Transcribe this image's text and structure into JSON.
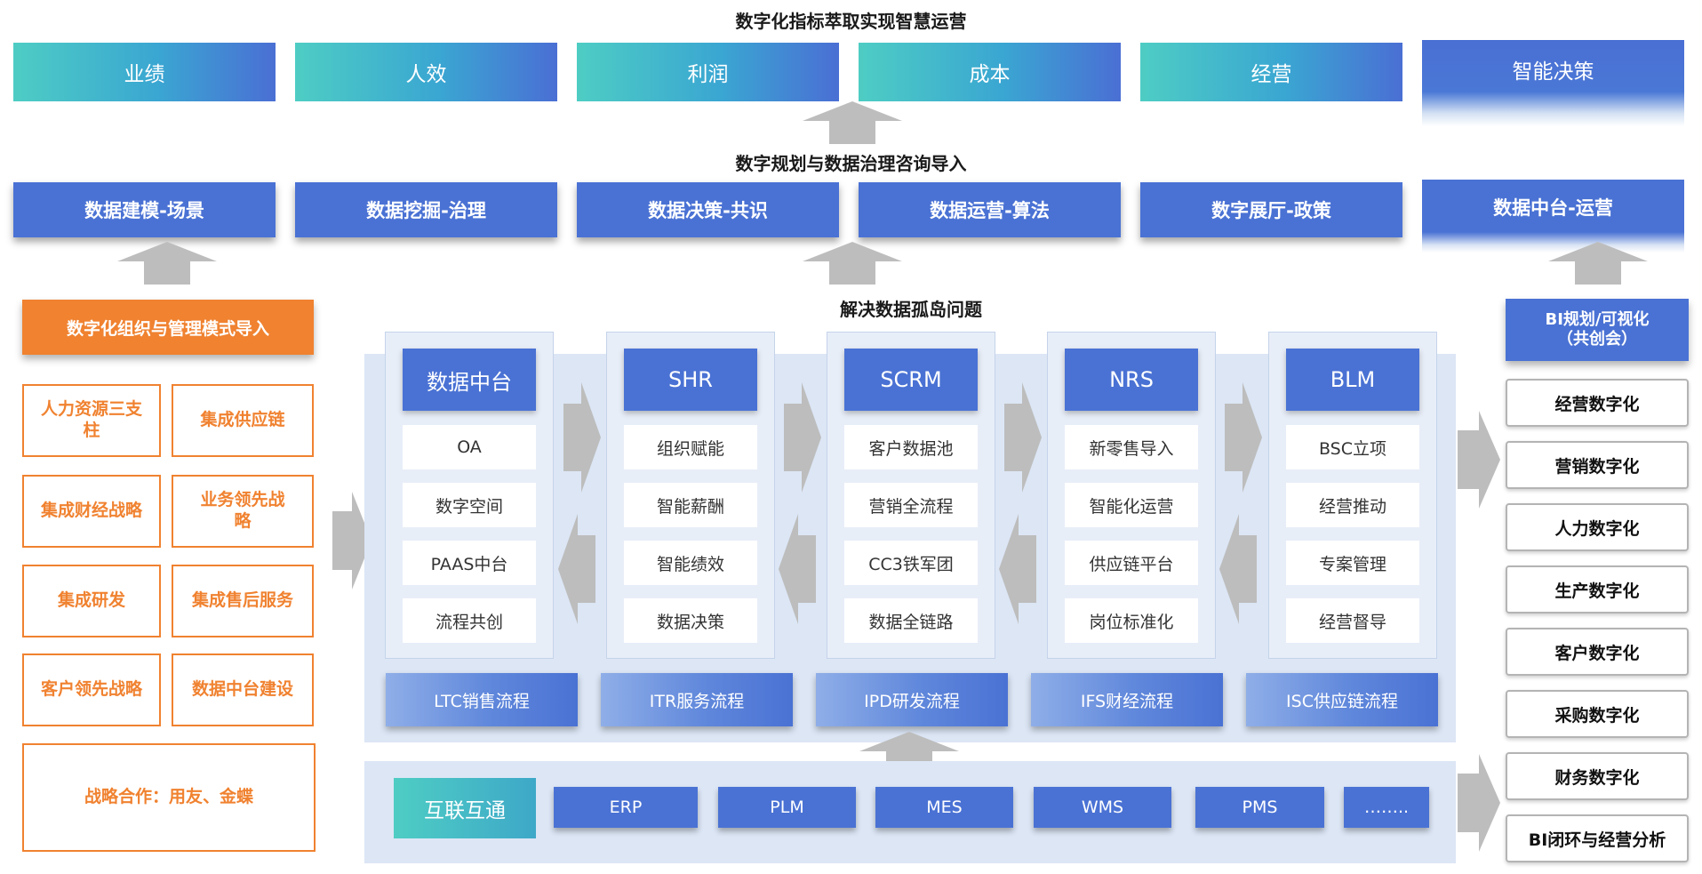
{
  "top": {
    "title": "数字化指标萃取实现智慧运营",
    "metrics": [
      "业绩",
      "人效",
      "利润",
      "成本",
      "经营"
    ],
    "ai_decision": "智能决策"
  },
  "planning": {
    "title": "数字规划与数据治理咨询导入",
    "items": [
      "数据建模-场景",
      "数据挖掘-治理",
      "数据决策-共识",
      "数据运营-算法",
      "数字展厅-政策"
    ],
    "data_center": "数据中台-运营"
  },
  "islands": {
    "title": "解决数据孤岛问题"
  },
  "org": {
    "header": "数字化组织与管理模式导入",
    "items": [
      "人力资源三支柱",
      "集成供应链",
      "集成财经战略",
      "业务领先战略",
      "集成研发",
      "集成售后服务",
      "客户领先战略",
      "数据中台建设"
    ],
    "partnership": "战略合作：用友、金蝶"
  },
  "columns": [
    {
      "title": "数据中台",
      "items": [
        "OA",
        "数字空间",
        "PAAS中台",
        "流程共创"
      ]
    },
    {
      "title": "SHR",
      "items": [
        "组织赋能",
        "智能薪酬",
        "智能绩效",
        "数据决策"
      ]
    },
    {
      "title": "SCRM",
      "items": [
        "客户数据池",
        "营销全流程",
        "CC3铁军团",
        "数据全链路"
      ]
    },
    {
      "title": "NRS",
      "items": [
        "新零售导入",
        "智能化运营",
        "供应链平台",
        "岗位标准化"
      ]
    },
    {
      "title": "BLM",
      "items": [
        "BSC立项",
        "经营推动",
        "专案管理",
        "经营督导"
      ]
    }
  ],
  "flows": [
    "LTC销售流程",
    "ITR服务流程",
    "IPD研发流程",
    "IFS财经流程",
    "ISC供应链流程"
  ],
  "interconnect": {
    "label": "互联互通",
    "systems": [
      "ERP",
      "PLM",
      "MES",
      "WMS",
      "PMS",
      "…….."
    ]
  },
  "bi": {
    "header_line1": "BI规划/可视化",
    "header_line2": "（共创会）",
    "items": [
      "经营数字化",
      "营销数字化",
      "人力数字化",
      "生产数字化",
      "客户数字化",
      "采购数字化",
      "财务数字化",
      "BI闭环与经营分析"
    ]
  },
  "colors": {
    "blue": "#4a72d4",
    "teal": "#4ecdc4",
    "orange": "#f08230",
    "panel": "#dce6f5",
    "arrow": "#bdbdbd"
  }
}
